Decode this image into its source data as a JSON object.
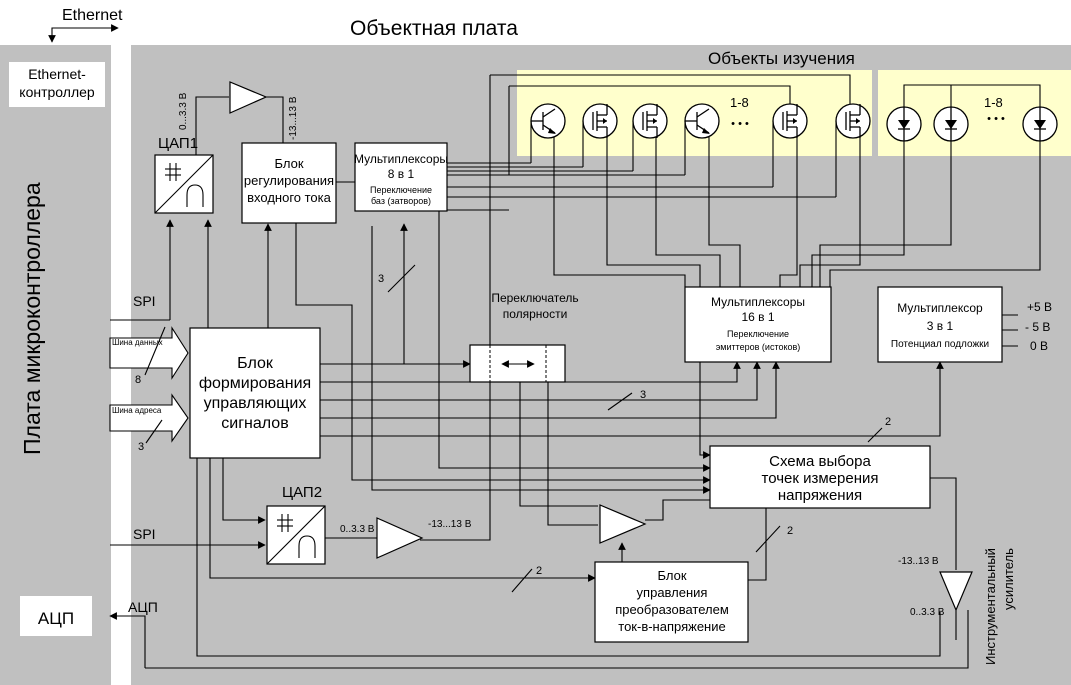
{
  "header": {
    "ethernet": "Ethernet",
    "board_title": "Объектная плата"
  },
  "mcu_board": {
    "label": "Плата микроконтроллера",
    "ethernet_ctrl_line1": "Ethernet-",
    "ethernet_ctrl_line2": "контроллер",
    "adc": "АЦП"
  },
  "objects": {
    "title": "Объекты изучения",
    "range_transistors": "1-8",
    "range_diodes": "1-8",
    "ellipsis": "• • •"
  },
  "blocks": {
    "dac1": "ЦАП1",
    "dac1_in": "0...3.3 В",
    "amp1_out": "-13...13 В",
    "current_reg": [
      "Блок",
      "регулирования",
      "входного тока"
    ],
    "mux_base": [
      "Мультиплексоры",
      "8 в 1",
      "Переключение",
      "баз (затворов)"
    ],
    "polarity": [
      "Переключатель",
      "полярности"
    ],
    "mux_emitter": [
      "Мультиплексоры",
      "16 в 1",
      "Переключение",
      "эмиттеров (истоков)"
    ],
    "mux_substrate": [
      "Мультиплексор",
      "3 в 1",
      "Потенциал подложки"
    ],
    "substrate_inputs": [
      "+5 В",
      "- 5 В",
      "0 В"
    ],
    "control_block": [
      "Блок",
      "формирования",
      "управляющих",
      "сигналов"
    ],
    "measure_select": [
      "Схема выбора",
      "точек измерения",
      "напряжения"
    ],
    "dac2": "ЦАП2",
    "dac2_in": "0..3.3 В",
    "amp2_out": "-13...13 В",
    "conv_block": [
      "Блок",
      "управления",
      "преобразователем",
      "ток-в-напряжение"
    ],
    "inst_amp_label": [
      "Инструментальный",
      "усилитель"
    ],
    "inst_in": "-13..13 В",
    "inst_out": "0..3.3 В"
  },
  "signals": {
    "spi1": "SPI",
    "spi2": "SPI",
    "data_bus": "Шина данных",
    "addr_bus": "Шина адреса",
    "adc_line": "АЦП",
    "w8": "8",
    "w3a": "3",
    "w3b": "3",
    "w3c": "3",
    "w2a": "2",
    "w2b": "2",
    "w2c": "2"
  },
  "colors": {
    "panel_gray": "#c0c0c0",
    "objects_yellow": "#ffffcc",
    "line": "#000000"
  },
  "icons": [
    "transistor-bjt-icon",
    "transistor-mosfet-icon",
    "diode-icon",
    "dac-icon",
    "amplifier-icon"
  ]
}
